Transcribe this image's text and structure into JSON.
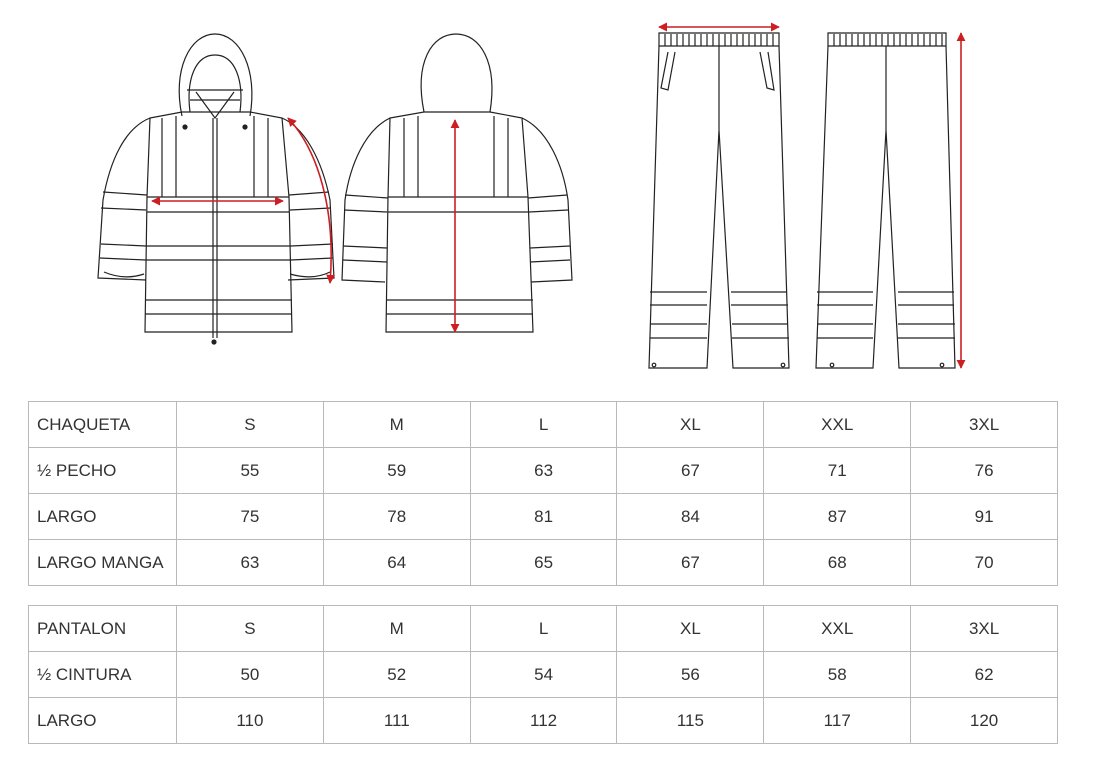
{
  "colors": {
    "arrow": "#cc1f24",
    "line": "#222222",
    "grid": "#b9b9b9",
    "text": "#333333"
  },
  "jacket_table": {
    "header": [
      "CHAQUETA",
      "S",
      "M",
      "L",
      "XL",
      "XXL",
      "3XL"
    ],
    "rows": [
      [
        "½ PECHO",
        "55",
        "59",
        "63",
        "67",
        "71",
        "76"
      ],
      [
        "LARGO",
        "75",
        "78",
        "81",
        "84",
        "87",
        "91"
      ],
      [
        "LARGO MANGA",
        "63",
        "64",
        "65",
        "67",
        "68",
        "70"
      ]
    ]
  },
  "pants_table": {
    "header": [
      "PANTALON",
      "S",
      "M",
      "L",
      "XL",
      "XXL",
      "3XL"
    ],
    "rows": [
      [
        "½ CINTURA",
        "50",
        "52",
        "54",
        "56",
        "58",
        "62"
      ],
      [
        "LARGO",
        "110",
        "111",
        "112",
        "115",
        "117",
        "120"
      ]
    ]
  }
}
